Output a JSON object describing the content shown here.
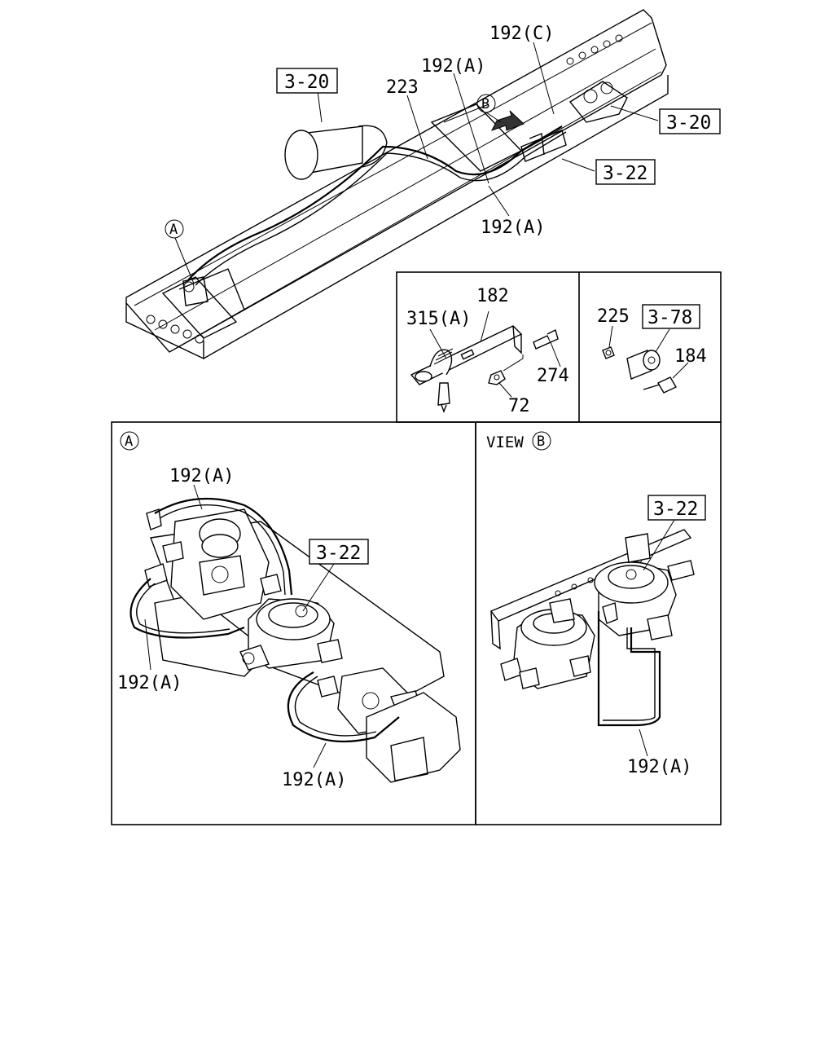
{
  "main_view": {
    "labels": {
      "hose_c": "192(C)",
      "hose_a_top": "192(A)",
      "hose_a_bottom": "192(A)",
      "part_223": "223",
      "ref_left": "3-20",
      "ref_right": "3-20",
      "ref_3_22": "3-22",
      "marker_a": "A",
      "marker_b": "B"
    }
  },
  "bracket_inset": {
    "labels": {
      "part_182": "182",
      "part_315a": "315(A)",
      "part_274": "274",
      "part_72": "72",
      "part_225": "225",
      "ref_3_78": "3-78",
      "part_184": "184"
    }
  },
  "detail_a": {
    "marker": "A",
    "labels": {
      "hose_top": "192(A)",
      "ref_3_22": "3-22",
      "hose_left": "192(A)",
      "hose_bottom": "192(A)"
    }
  },
  "view_b": {
    "title": "VIEW",
    "marker": "B",
    "labels": {
      "ref_3_22": "3-22",
      "hose": "192(A)"
    }
  }
}
